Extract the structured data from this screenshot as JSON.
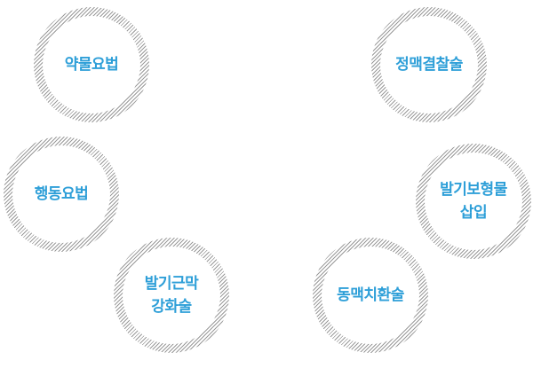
{
  "circles": [
    {
      "label": "약물요법"
    },
    {
      "label": "정맥결찰술"
    },
    {
      "label": "행동요법"
    },
    {
      "label": "발기보형물\n삽입"
    },
    {
      "label": "발기근막\n강화술"
    },
    {
      "label": "동맥치환술"
    }
  ],
  "colors": {
    "label": "#2e9fd8",
    "hatch": "#9a9a9a",
    "background": "#ffffff"
  }
}
